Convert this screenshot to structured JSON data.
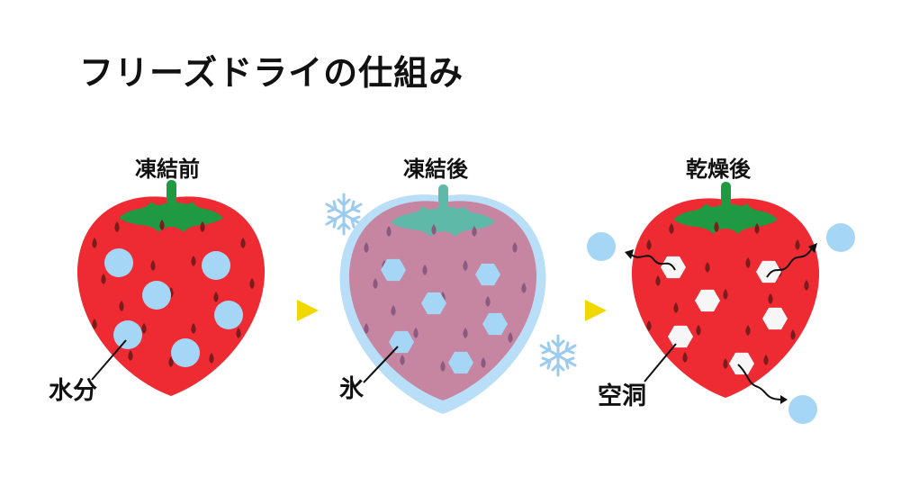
{
  "title": "フリーズドライの仕組み",
  "stages": [
    {
      "label": "凍結前",
      "callout": "水分"
    },
    {
      "label": "凍結後",
      "callout": "氷"
    },
    {
      "label": "乾燥後",
      "callout": "空洞"
    }
  ],
  "colors": {
    "strawberry": "#ee2a33",
    "leaf": "#1f9a43",
    "seed": "#7a1c1c",
    "water": "#a6d6f5",
    "frozen_body": "#c685a0",
    "frozen_leaf": "#5fb9a8",
    "frost_halo": "#b9def7",
    "snowflake": "#9ccbf0",
    "arrow": "#f0d800",
    "cavity": "#f6f6f6"
  },
  "icons": [
    "snowflake-icon",
    "arrow-right-icon",
    "wavy-arrow-icon"
  ]
}
